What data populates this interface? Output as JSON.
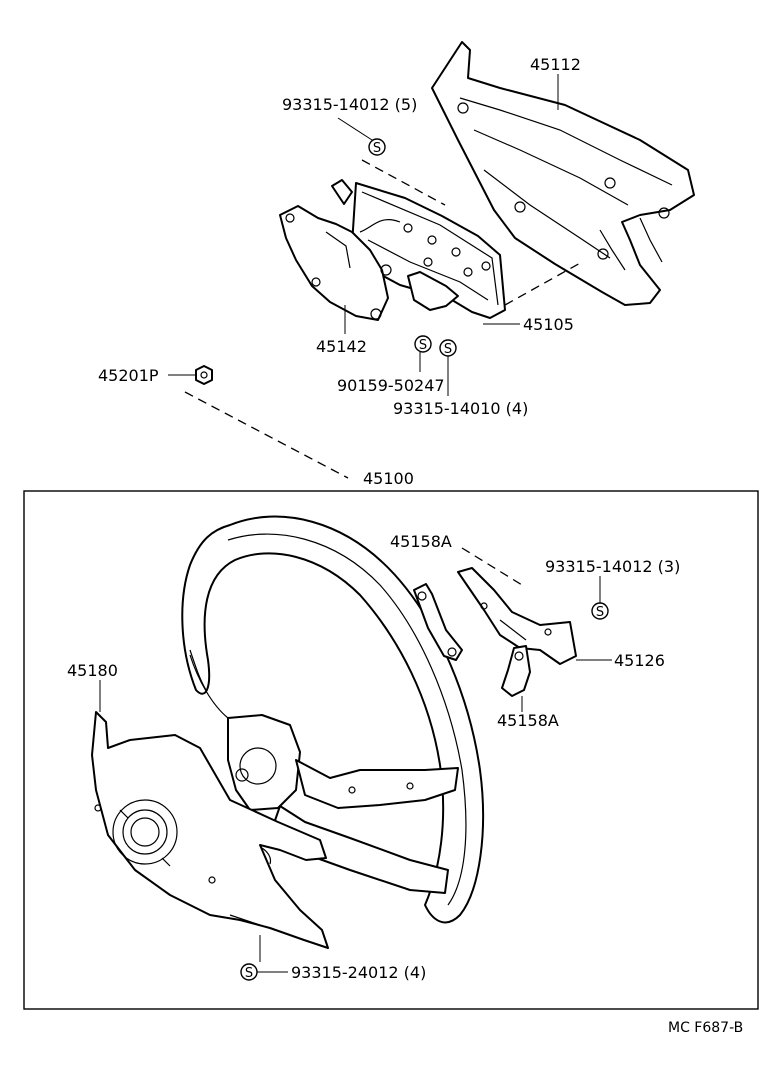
{
  "callouts": {
    "p45112": "45112",
    "p93315_14012_5": "93315-14012 (5)",
    "p45142": "45142",
    "p45105": "45105",
    "p90159_50247": "90159-50247",
    "p93315_14010_4": "93315-14010 (4)",
    "p45201P": "45201P",
    "p45100": "45100",
    "p45158A_top": "45158A",
    "p93315_14012_3": "93315-14012 (3)",
    "p45126": "45126",
    "p45158A_bottom": "45158A",
    "p45180": "45180",
    "p93315_24012_4": "93315-24012 (4)"
  },
  "standard_part_symbol": "S",
  "diagram_code": "MC F687-B"
}
